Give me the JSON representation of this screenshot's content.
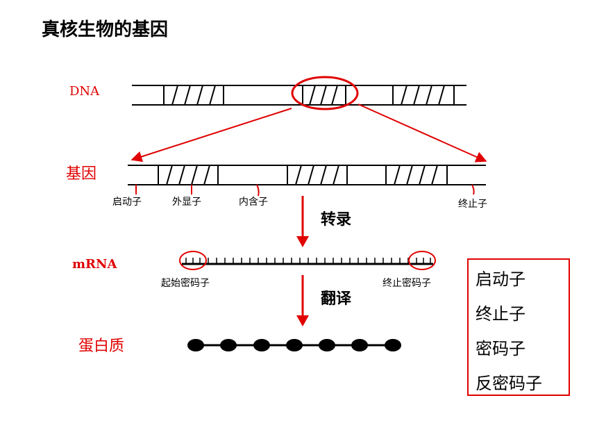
{
  "title": "真核生物的基因",
  "labels": {
    "dna": "DNA",
    "gene": "基因",
    "mrna": "mRNA",
    "protein": "蛋白质"
  },
  "gene_parts": {
    "promoter": "启动子",
    "exon": "外显子",
    "intron": "内含子",
    "terminator": "终止子"
  },
  "processes": {
    "transcription": "转录",
    "translation": "翻译"
  },
  "codons": {
    "start": "起始密码子",
    "stop": "终止密码子"
  },
  "key_terms": [
    "启动子",
    "终止子",
    "密码子",
    "反密码子"
  ],
  "colors": {
    "accent_red": "#e00000",
    "line": "#000000"
  }
}
